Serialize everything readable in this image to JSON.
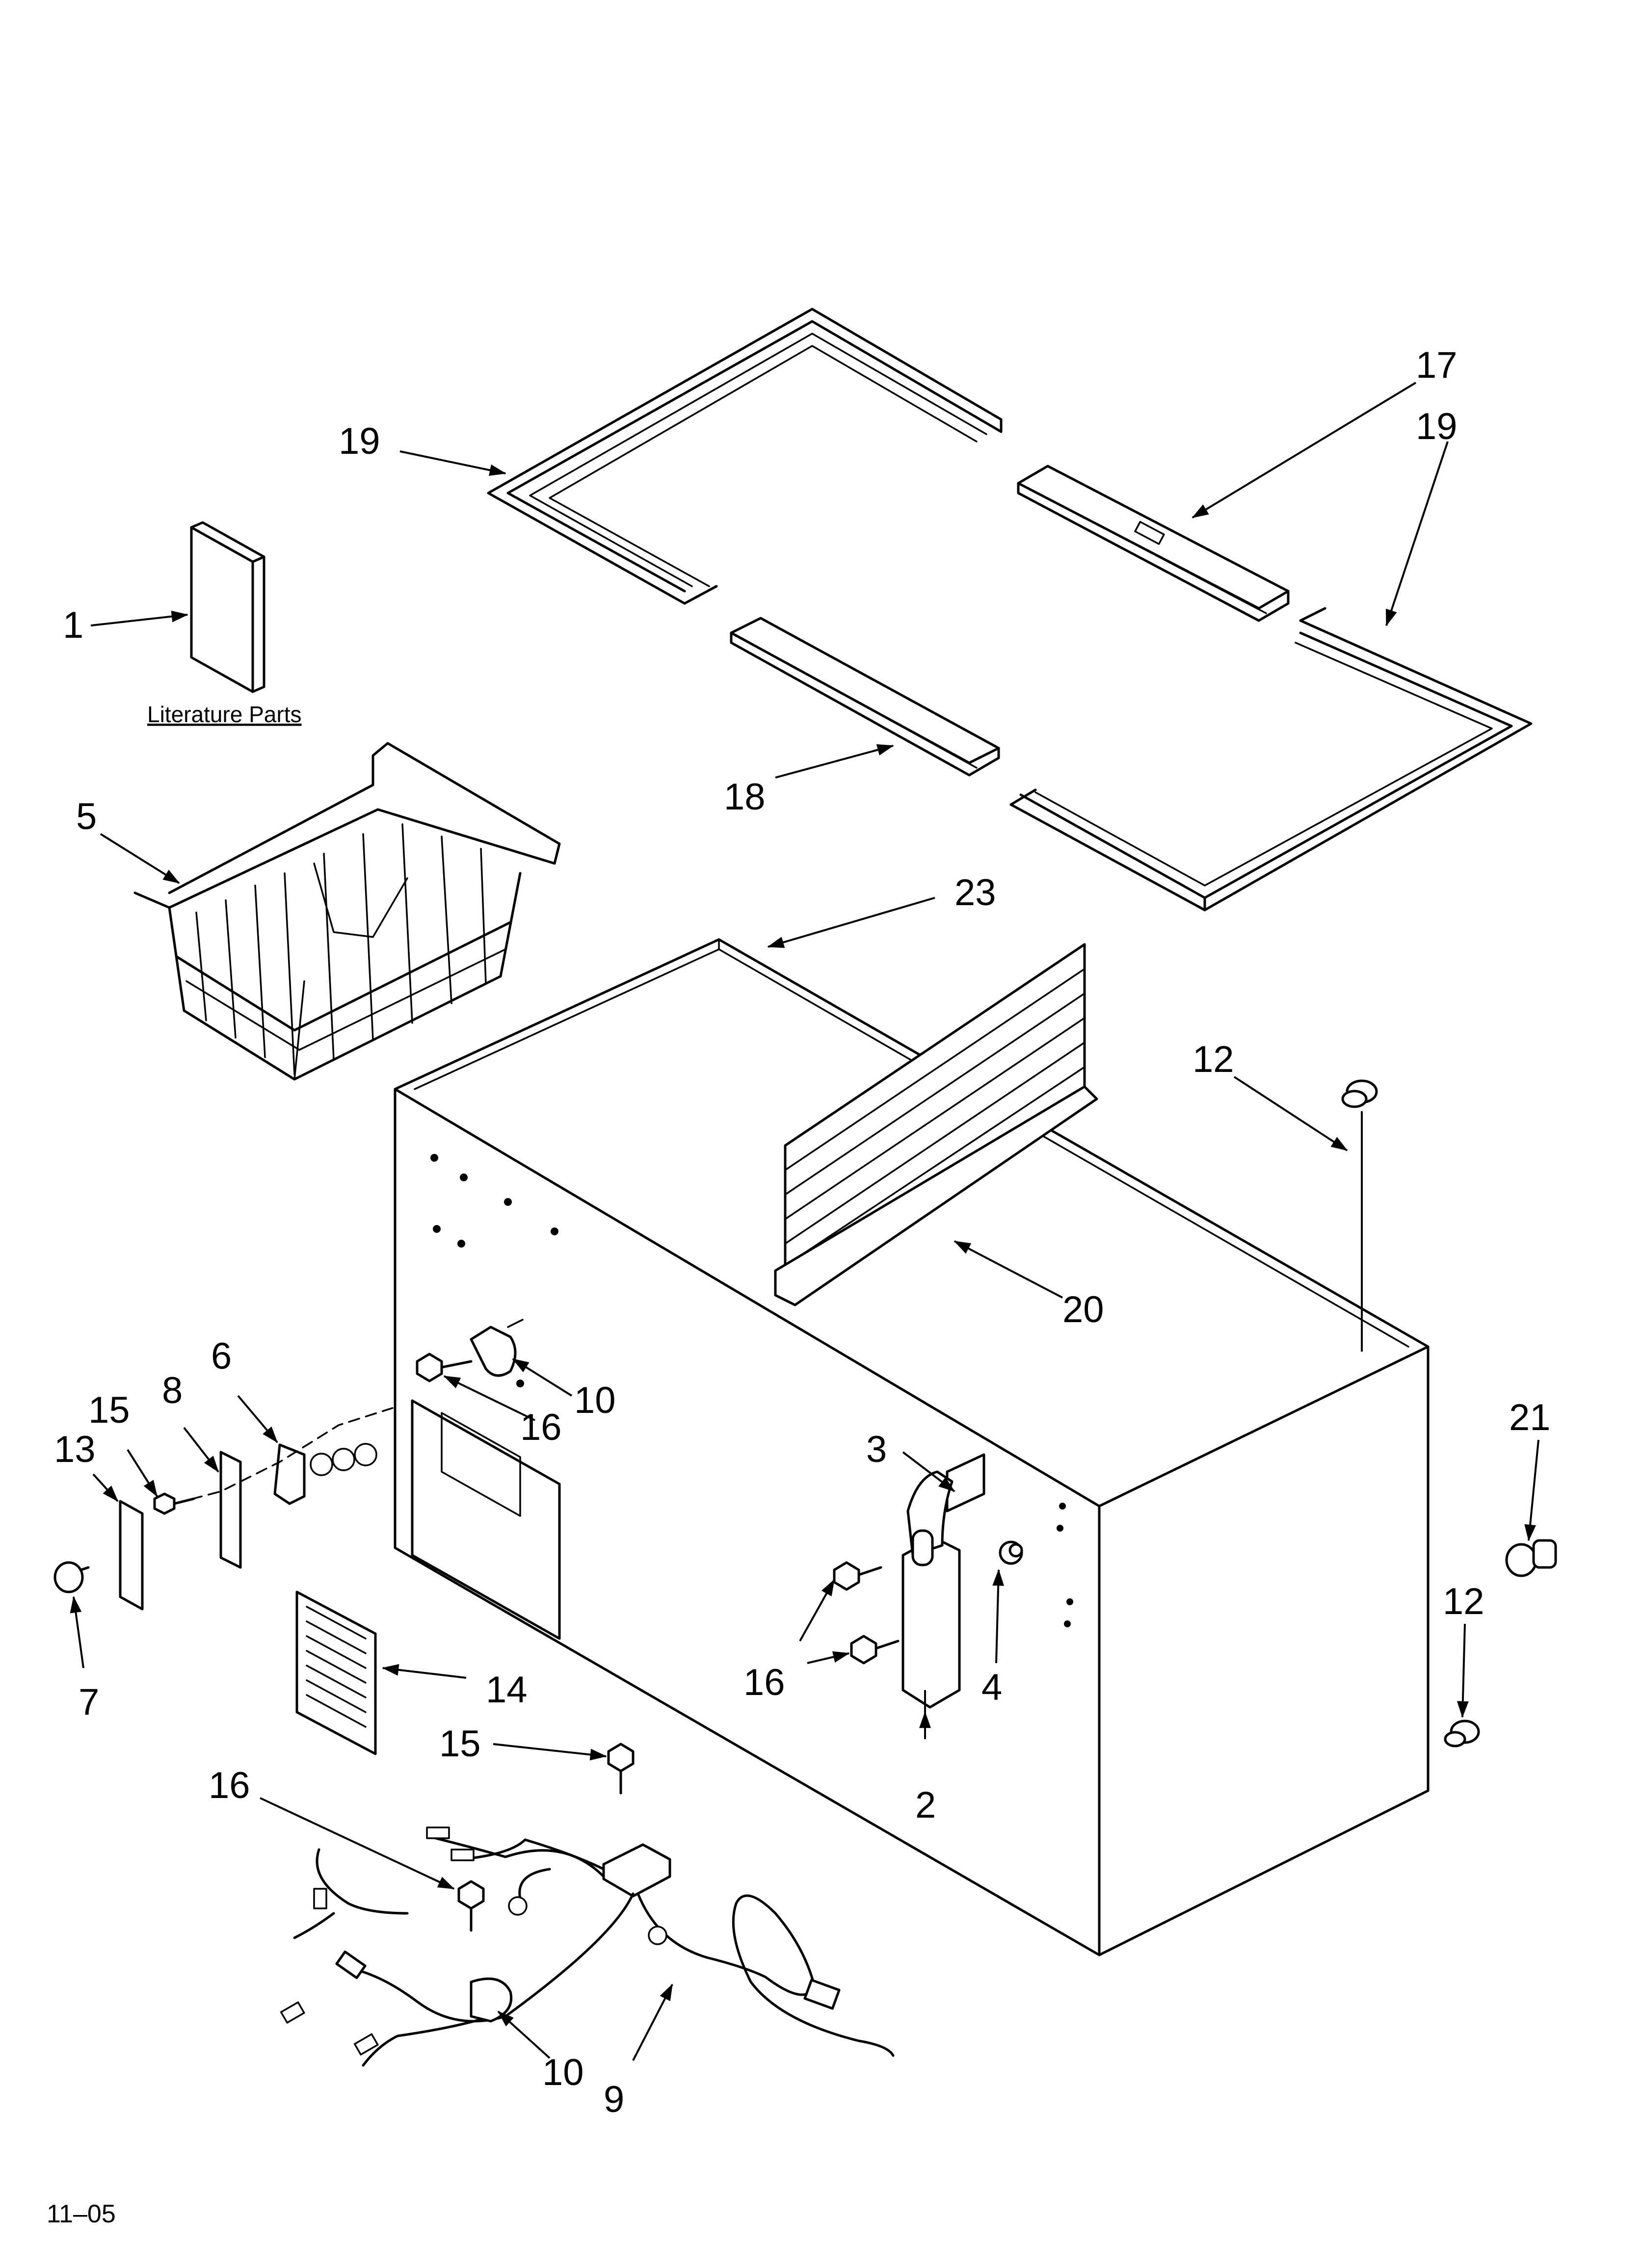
{
  "diagram": {
    "caption": "Literature Parts",
    "footer_code": "11–05",
    "callouts": {
      "c1": "1",
      "c2": "2",
      "c3": "3",
      "c4": "4",
      "c5": "5",
      "c6": "6",
      "c7": "7",
      "c8": "8",
      "c9": "9",
      "c10a": "10",
      "c10b": "10",
      "c12a": "12",
      "c12b": "12",
      "c13": "13",
      "c14": "14",
      "c15a": "15",
      "c15b": "15",
      "c16a": "16",
      "c16b": "16",
      "c16c": "16",
      "c17": "17",
      "c18": "18",
      "c19a": "19",
      "c19b": "19",
      "c20": "20",
      "c21": "21",
      "c23": "23"
    }
  }
}
